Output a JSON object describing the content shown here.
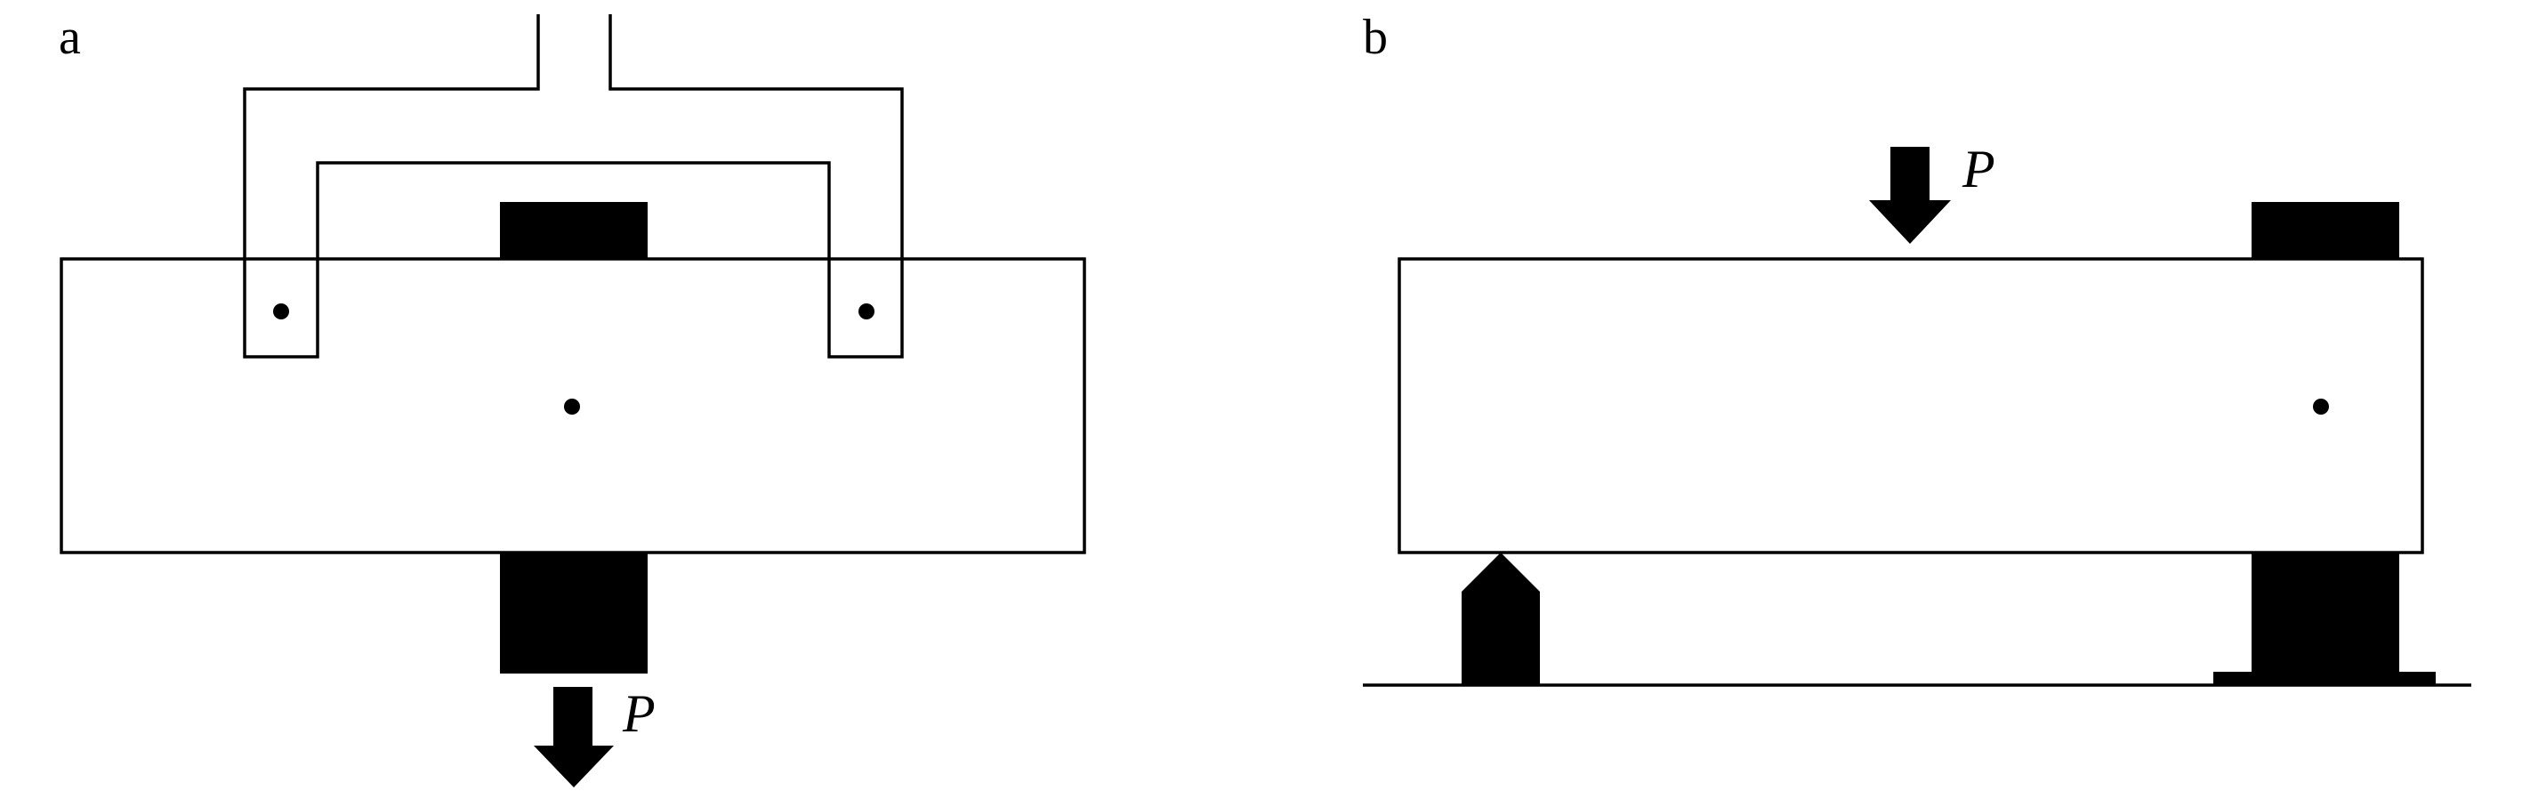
{
  "panels": {
    "a": {
      "label": "a",
      "force_label": "P"
    },
    "b": {
      "label": "b",
      "force_label": "P"
    }
  },
  "colors": {
    "ink": "#000000",
    "background": "#ffffff"
  }
}
